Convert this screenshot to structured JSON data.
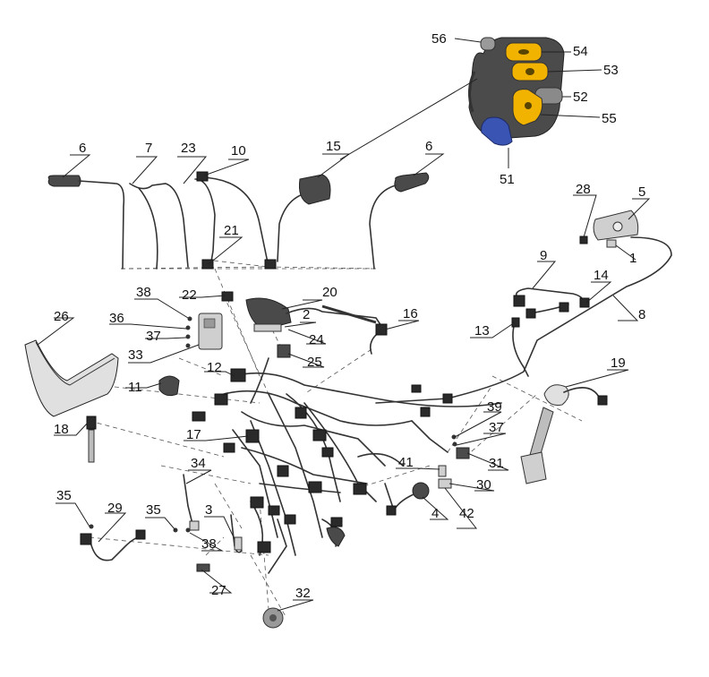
{
  "diagram": {
    "callouts": [
      {
        "id": "56",
        "text": "56"
      },
      {
        "id": "54",
        "text": "54"
      },
      {
        "id": "53",
        "text": "53"
      },
      {
        "id": "52",
        "text": "52"
      },
      {
        "id": "55",
        "text": "55"
      },
      {
        "id": "51",
        "text": "51"
      },
      {
        "id": "6a",
        "text": "6"
      },
      {
        "id": "7",
        "text": "7"
      },
      {
        "id": "23",
        "text": "23"
      },
      {
        "id": "10",
        "text": "10"
      },
      {
        "id": "15",
        "text": "15"
      },
      {
        "id": "6b",
        "text": "6"
      },
      {
        "id": "28",
        "text": "28"
      },
      {
        "id": "5",
        "text": "5"
      },
      {
        "id": "21",
        "text": "21"
      },
      {
        "id": "1",
        "text": "1"
      },
      {
        "id": "9",
        "text": "9"
      },
      {
        "id": "14",
        "text": "14"
      },
      {
        "id": "38a",
        "text": "38"
      },
      {
        "id": "22",
        "text": "22"
      },
      {
        "id": "20",
        "text": "20"
      },
      {
        "id": "8",
        "text": "8"
      },
      {
        "id": "26",
        "text": "26"
      },
      {
        "id": "36",
        "text": "36"
      },
      {
        "id": "2",
        "text": "2"
      },
      {
        "id": "16",
        "text": "16"
      },
      {
        "id": "37a",
        "text": "37"
      },
      {
        "id": "24",
        "text": "24"
      },
      {
        "id": "13",
        "text": "13"
      },
      {
        "id": "33",
        "text": "33"
      },
      {
        "id": "25",
        "text": "25"
      },
      {
        "id": "12",
        "text": "12"
      },
      {
        "id": "19",
        "text": "19"
      },
      {
        "id": "11",
        "text": "11"
      },
      {
        "id": "39",
        "text": "39"
      },
      {
        "id": "37b",
        "text": "37"
      },
      {
        "id": "18",
        "text": "18"
      },
      {
        "id": "17",
        "text": "17"
      },
      {
        "id": "41",
        "text": "41"
      },
      {
        "id": "31",
        "text": "31"
      },
      {
        "id": "34",
        "text": "34"
      },
      {
        "id": "30",
        "text": "30"
      },
      {
        "id": "35a",
        "text": "35"
      },
      {
        "id": "29",
        "text": "29"
      },
      {
        "id": "35b",
        "text": "35"
      },
      {
        "id": "3",
        "text": "3"
      },
      {
        "id": "4",
        "text": "4"
      },
      {
        "id": "42",
        "text": "42"
      },
      {
        "id": "38b",
        "text": "38"
      },
      {
        "id": "27",
        "text": "27"
      },
      {
        "id": "32",
        "text": "32"
      }
    ],
    "colors": {
      "button_yellow": "#f2b200",
      "button_grey": "#8a8a8a",
      "switch_housing": "#4b4b4b",
      "trigger_blue": "#3a54b4",
      "line": "#222222"
    }
  }
}
